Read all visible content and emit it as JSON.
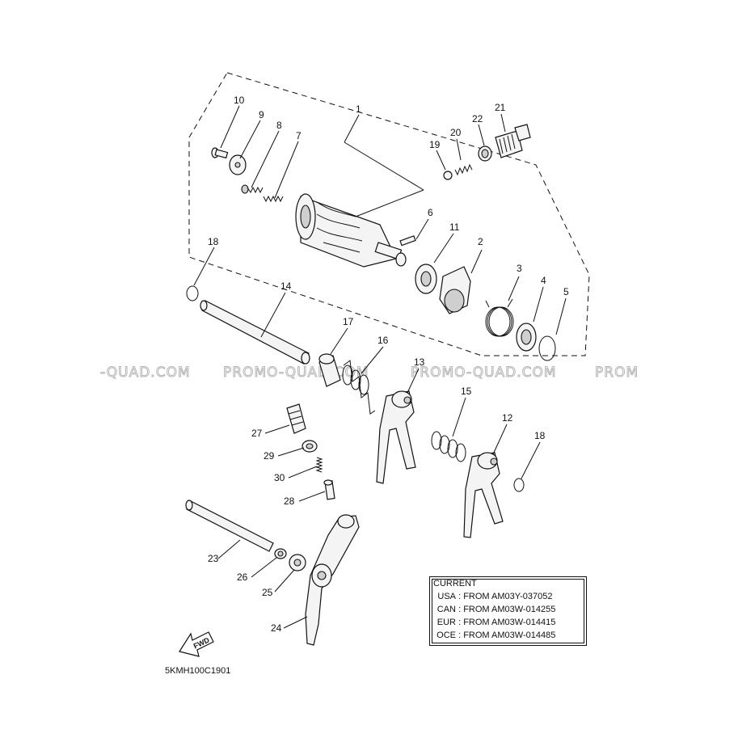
{
  "watermarks": [
    "-QUAD.COM",
    "PROMO-QUAD.COM",
    "PROMO-QUAD.COM",
    "PROM"
  ],
  "labels": {
    "p1": "1",
    "p2": "2",
    "p3": "3",
    "p4": "4",
    "p5": "5",
    "p6": "6",
    "p7": "7",
    "p8": "8",
    "p9": "9",
    "p10": "10",
    "p11": "11",
    "p12": "12",
    "p13": "13",
    "p14": "14",
    "p15": "15",
    "p16": "16",
    "p17": "17",
    "p18a": "18",
    "p18b": "18",
    "p19": "19",
    "p20": "20",
    "p21": "21",
    "p22": "22",
    "p23": "23",
    "p24": "24",
    "p25": "25",
    "p26": "26",
    "p27": "27",
    "p28": "28",
    "p29": "29",
    "p30": "30"
  },
  "current": {
    "title": "CURRENT",
    "rows": [
      {
        "region": "USA",
        "sep": ":",
        "text": "FROM AM03Y-037052"
      },
      {
        "region": "CAN",
        "sep": ":",
        "text": "FROM AM03W-014255"
      },
      {
        "region": "EUR",
        "sep": ":",
        "text": "FROM AM03W-014415"
      },
      {
        "region": "OCE",
        "sep": ":",
        "text": "FROM AM03W-014485"
      }
    ]
  },
  "fwd_label": "FWD",
  "diagram_code": "5KMH100C1901",
  "colors": {
    "line": "#111111",
    "part_fill": "#f4f4f4",
    "part_shade": "#cfcfcf",
    "watermark_stroke": "#b5b5b5"
  }
}
